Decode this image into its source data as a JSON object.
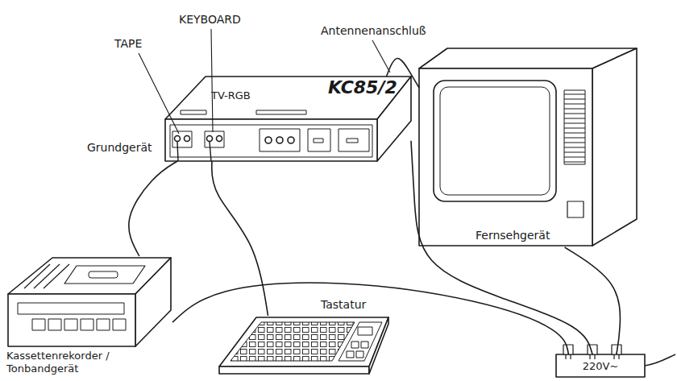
{
  "diagram": {
    "nodes": [
      {
        "text": [
          "KC85/2",
          "Grundgerät"
        ]
      },
      {
        "text": [
          "Fernsehgerät"
        ]
      },
      {
        "text": [
          "Kassettenrekorder / Tonbandgerät"
        ]
      },
      {
        "text": [
          "Tastatur"
        ]
      },
      {
        "text": [
          "220V~"
        ]
      }
    ],
    "edges": [
      {
        "from": 2,
        "to": 0,
        "arrow": "none"
      },
      {
        "from": 3,
        "to": 0,
        "arrow": "none"
      },
      {
        "from": 0,
        "to": 1,
        "arrow": "none"
      },
      {
        "from": 0,
        "to": 4,
        "arrow": "none"
      },
      {
        "from": 1,
        "to": 4,
        "arrow": "none"
      },
      {
        "from": 2,
        "to": 4,
        "arrow": "none"
      }
    ],
    "labels": [
      "TAPE",
      "KEYBOARD",
      "Antennenanschluß",
      "TV-RGB"
    ]
  }
}
